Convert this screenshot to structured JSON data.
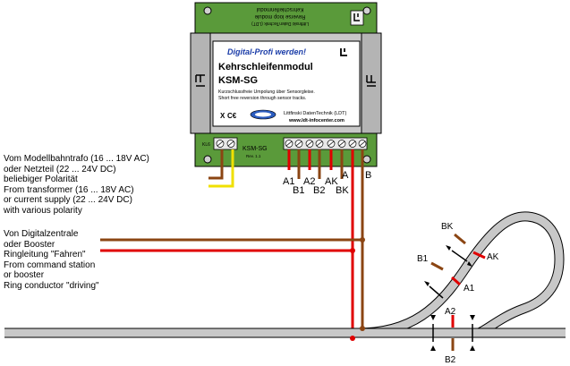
{
  "module": {
    "brand_tag": "Digital-Profi werden!",
    "title_line1": "Kehrschleifenmodul",
    "title_line2": "KSM-SG",
    "desc_de": "Kurzschlussfreie Umpolung über Sensorgleise.",
    "desc_en": "Short free reversion through sensor tracks.",
    "company": "Littfinski DatenTechnik (LDT)",
    "website": "www.ldt-infocenter.com",
    "top_label_1": "Kehrschleifenmodul",
    "top_label_2": "Reverse loop module",
    "top_label_3": "Littfinski DatenTechnik (LDT)",
    "pcb_label": "KSM-SG",
    "pcb_rev": "Rev. 1.1",
    "pcb_kl": "KL6"
  },
  "terminals": {
    "A1": "A1",
    "B1": "B1",
    "A2": "A2",
    "B2": "B2",
    "AK": "AK",
    "BK": "BK",
    "A": "A",
    "B": "B"
  },
  "notes": {
    "transformer": "Vom Modellbahntrafo (16 ... 18V AC)\noder Netzteil (22 ... 24V DC)\nbeliebiger Polarität\nFrom transformer (16 ... 18V AC)\nor current supply (22 ... 24V DC)\nwith various polarity",
    "booster": "Von Digitalzentrale\noder Booster\nRingleitung \"Fahren\"\nFrom command station\nor booster\nRing conductor \"driving\""
  },
  "track_labels": {
    "BK": "BK",
    "AK": "AK",
    "B1": "B1",
    "A1": "A1",
    "A2": "A2",
    "B2": "B2"
  },
  "colors": {
    "pcb_green": "#5a9a3a",
    "case_gray": "#c8c8c8",
    "wire_red": "#e00000",
    "wire_brown": "#8b4513",
    "wire_yellow": "#f0e000",
    "track_gray": "#c8c8c8"
  }
}
